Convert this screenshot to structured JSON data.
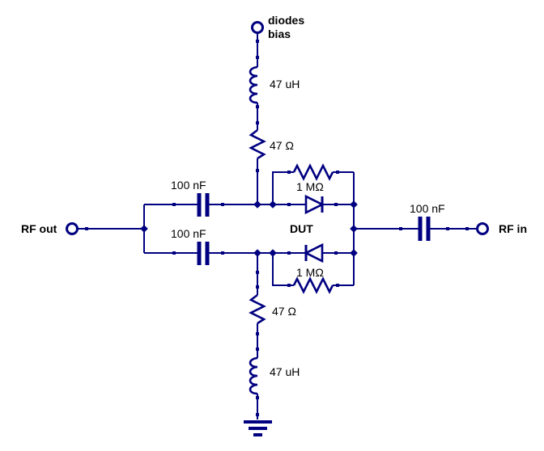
{
  "schematic": {
    "colors": {
      "wire": "#000080",
      "label": "#000000",
      "background": "#ffffff"
    },
    "terminals": {
      "bias": {
        "label_line1": "diodes",
        "label_line2": "bias"
      },
      "rf_out": {
        "label": "RF out"
      },
      "rf_in": {
        "label": "RF in"
      }
    },
    "components": {
      "bias_inductor": {
        "value": "47 uH"
      },
      "bias_resistor": {
        "value": "47 Ω"
      },
      "upper_coupling_cap": {
        "value": "100 nF"
      },
      "lower_coupling_cap": {
        "value": "100 nF"
      },
      "upper_parallel_resistor": {
        "value": "1 MΩ"
      },
      "lower_parallel_resistor": {
        "value": "1 MΩ"
      },
      "input_coupling_cap": {
        "value": "100 nF"
      },
      "ground_resistor": {
        "value": "47 Ω"
      },
      "ground_inductor": {
        "value": "47 uH"
      },
      "dut": {
        "label": "DUT"
      }
    }
  }
}
